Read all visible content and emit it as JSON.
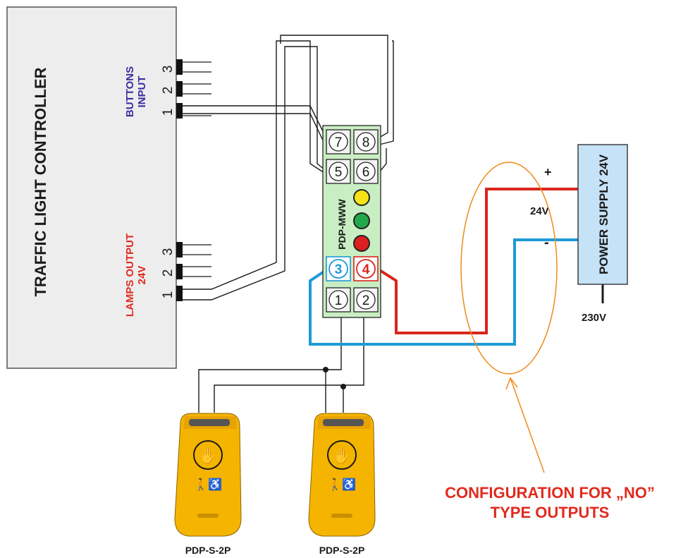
{
  "controller": {
    "title": "TRAFFIC  LIGHT CONTROLLER",
    "buttons_label_1": "BUTTONS",
    "buttons_label_2": "INPUT",
    "lamps_label_1": "LAMPS OUTPUT",
    "lamps_label_2": "24V",
    "pin_1": "1",
    "pin_2": "2",
    "pin_3": "3"
  },
  "module": {
    "name": "PDP-MWW",
    "t7": "7",
    "t8": "8",
    "t5": "5",
    "t6": "6",
    "t3": "3",
    "t4": "4",
    "t1": "1",
    "t2": "2"
  },
  "power_supply": {
    "label": "POWER SUPPLY 24V",
    "plus": "+",
    "minus": "-",
    "voltage_out": "24V",
    "voltage_in": "230V"
  },
  "buttons": [
    {
      "label": "PDP-S-2P"
    },
    {
      "label": "PDP-S-2P"
    }
  ],
  "annotation": {
    "line1": "CONFIGURATION FOR „NO”",
    "line2": "TYPE OUTPUTS"
  },
  "colors": {
    "wire_black": "#1a1a1a",
    "wire_red": "#d9261c",
    "wire_blue": "#1e9ad6",
    "module_green": "#c9eec3",
    "controller_gray": "#ededed",
    "psu_blue": "#c5e2f6",
    "button_yellow": "#f5b400",
    "ellipse_orange": "#f08a1c",
    "text_red": "#e02a1f",
    "text_blue": "#3a2fa0",
    "led_yellow": "#f7e21a",
    "led_green": "#22a84a",
    "led_red": "#dd1f1f"
  }
}
